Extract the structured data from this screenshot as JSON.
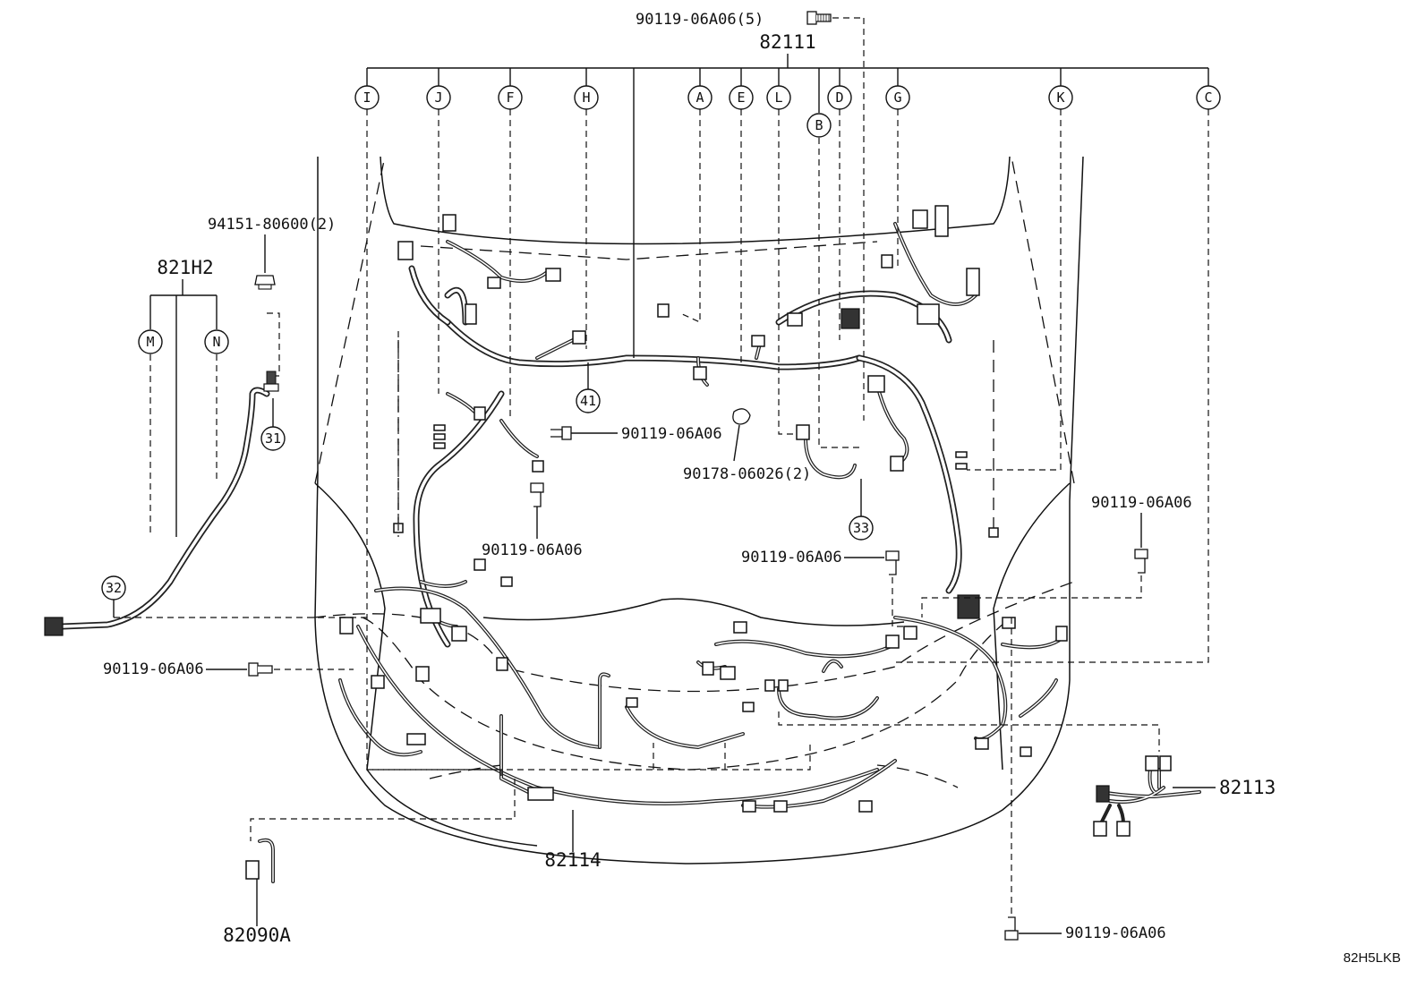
{
  "diagram": {
    "main_harness": {
      "part": "82111"
    },
    "letters": [
      "I",
      "J",
      "F",
      "H",
      "A",
      "E",
      "L",
      "B",
      "D",
      "G",
      "K",
      "C"
    ],
    "side_harness": {
      "part": "821H2",
      "letters": [
        "M",
        "N"
      ]
    },
    "ref_numbers": [
      "41",
      "31",
      "32",
      "33"
    ],
    "parts": {
      "bolt_top": "90119-06A06(5)",
      "nut_94151": "94151-80600(2)",
      "bolt_center": "90119-06A06",
      "clip_90178": "90178-06026(2)",
      "bolt_lower_center": "90119-06A06",
      "bolt_mid": "90119-06A06",
      "bolt_right": "90119-06A06",
      "bolt_left": "90119-06A06",
      "bolt_bottom": "90119-06A06",
      "harness_82113": "82113",
      "harness_82114": "82114",
      "harness_82090A": "82090A"
    },
    "diagram_code": "82H5LKB"
  }
}
